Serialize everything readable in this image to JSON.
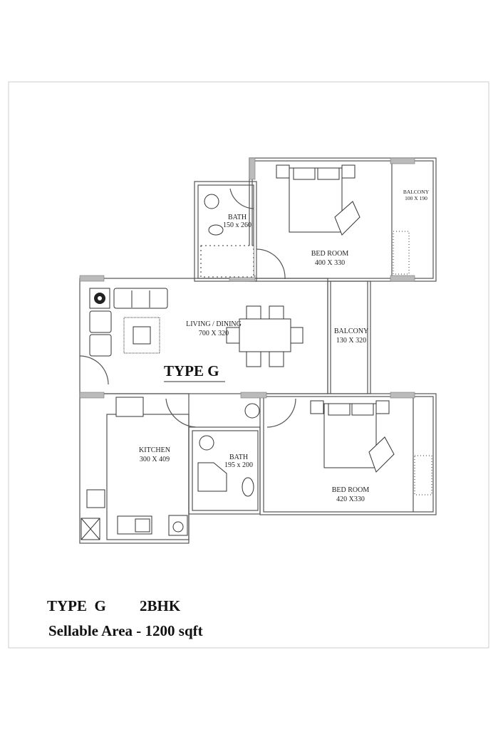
{
  "plan": {
    "title": "TYPE G",
    "rooms": [
      {
        "name": "BATH",
        "size": "150 x 260"
      },
      {
        "name": "BED ROOM",
        "size": "400 X 330"
      },
      {
        "name": "BALCONY",
        "size": "100 X 190"
      },
      {
        "name": "LIVING / DINING",
        "size": "700 X 320"
      },
      {
        "name": "BALCONY",
        "size": "130 X 320"
      },
      {
        "name": "KITCHEN",
        "size": "300 X 409"
      },
      {
        "name": "BATH",
        "size": "195 x 200"
      },
      {
        "name": "BED ROOM",
        "size": "420 X330"
      }
    ]
  },
  "footer": {
    "type": "TYPE  G",
    "config": "2BHK",
    "area": "Sellable Area - 1200 sqft"
  }
}
